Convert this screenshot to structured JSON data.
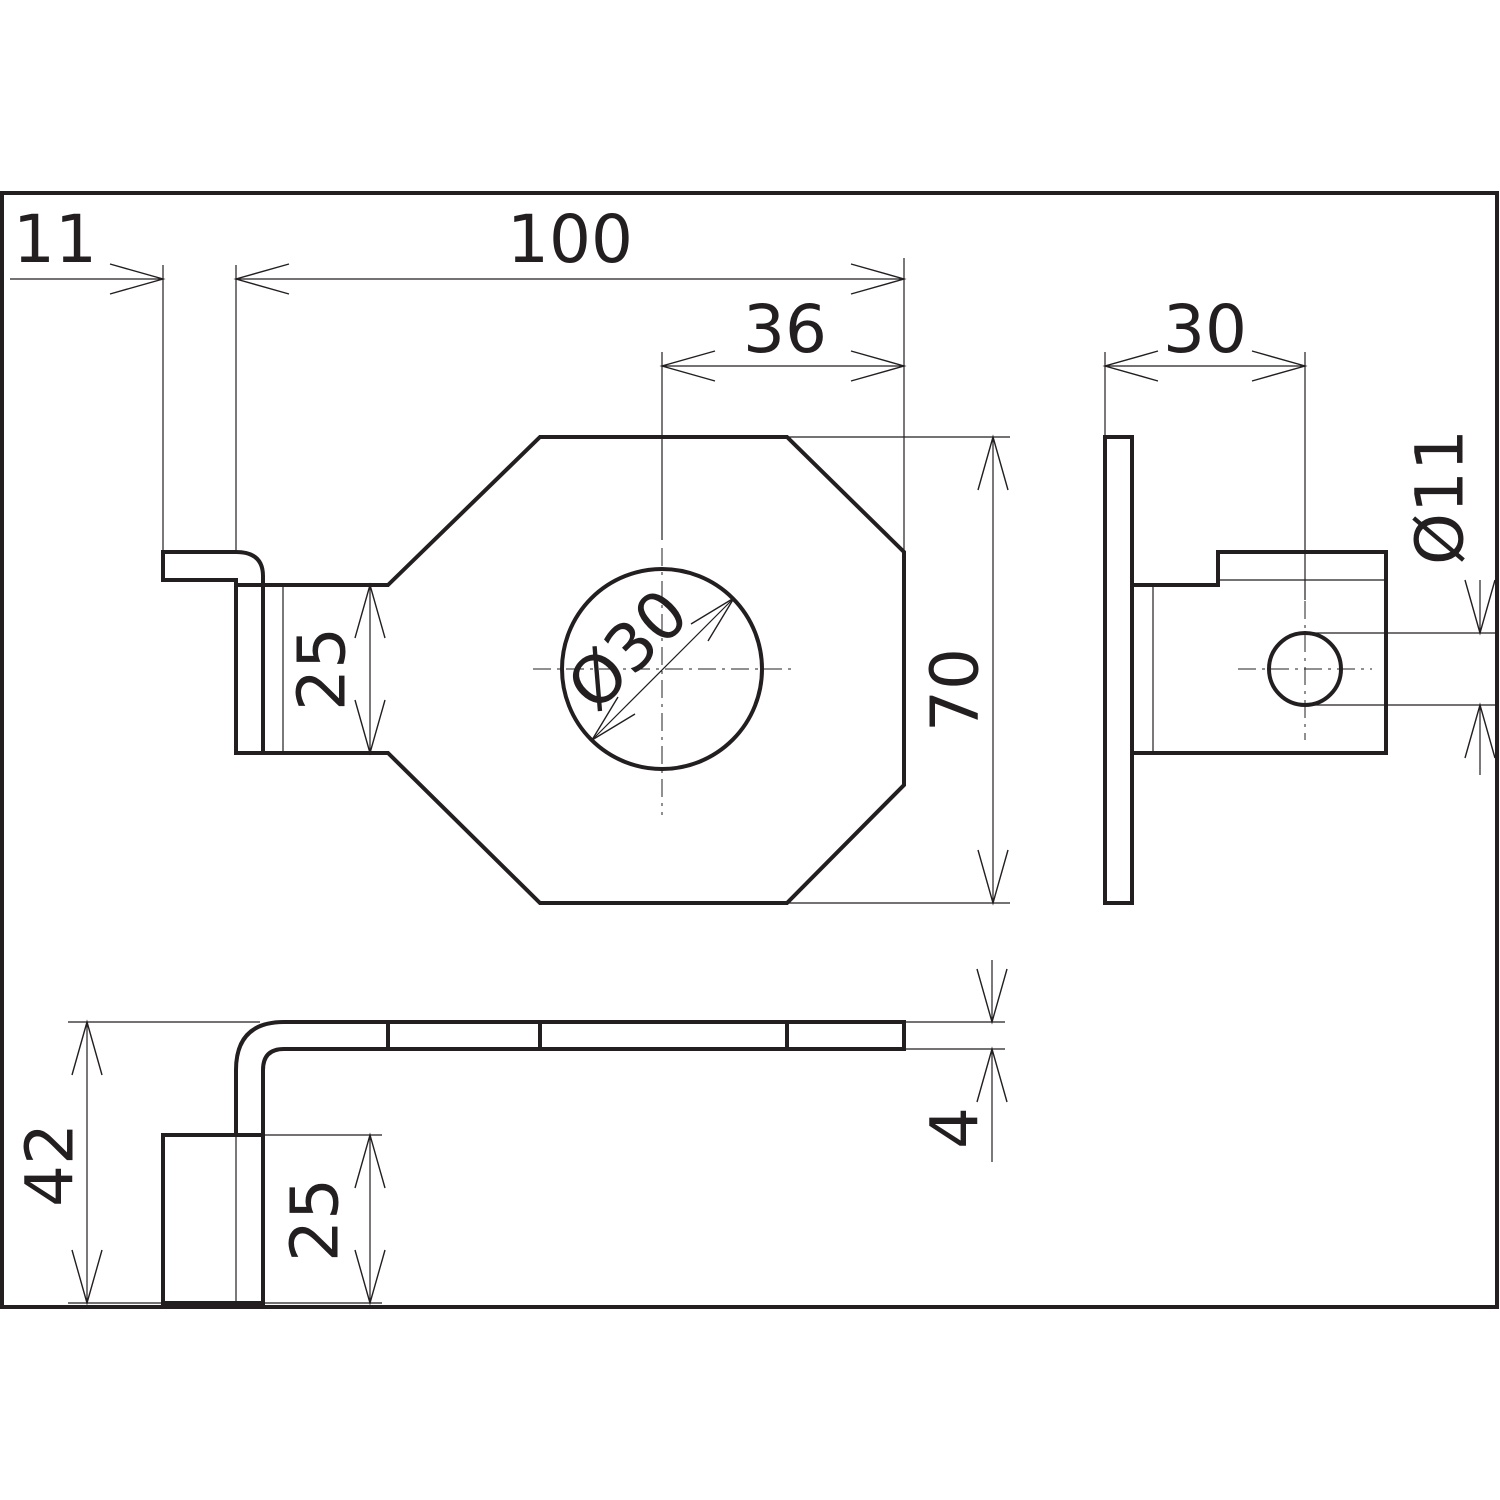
{
  "drawing": {
    "stroke_color": "#231f20",
    "background": "#ffffff",
    "dimensions": {
      "tab_length": "11",
      "overall_length": "100",
      "hole_offset": "36",
      "flange_depth": "30",
      "clamp_hole_diameter": "Ø11",
      "arm_height_front": "25",
      "plate_height": "70",
      "main_hole_diameter": "Ø30",
      "overall_height": "42",
      "arm_height_bottom": "25",
      "plate_thickness": "4"
    }
  }
}
